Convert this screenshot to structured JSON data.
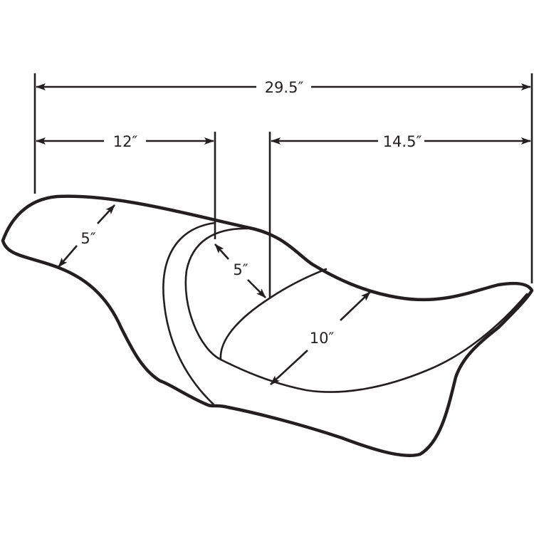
{
  "diagram": {
    "subject": "motorcycle seat dimensions",
    "line_color": "#231f20",
    "background": "#ffffff",
    "dimensions": {
      "overall_length": "29.5″",
      "rider_length": "12″",
      "passenger_length": "14.5″",
      "front_width": "5″",
      "seat_depth": "5″",
      "passenger_width": "10″"
    }
  }
}
